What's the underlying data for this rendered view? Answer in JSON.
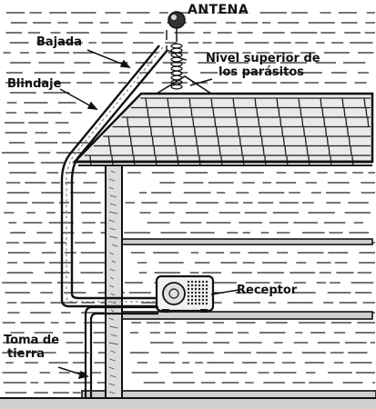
{
  "labels": {
    "antena": "ANTENA",
    "bajada": "Bajada",
    "blindaje": "Blindaje",
    "nivel_line1": "Nivel superior de",
    "nivel_line2": "los parásitos",
    "receptor": "Receptor",
    "toma_line1": "Toma de",
    "toma_line2": "tierra"
  },
  "colors": {
    "ink": "#111111",
    "paper": "#ffffff",
    "shade": "#c8c8c8"
  }
}
